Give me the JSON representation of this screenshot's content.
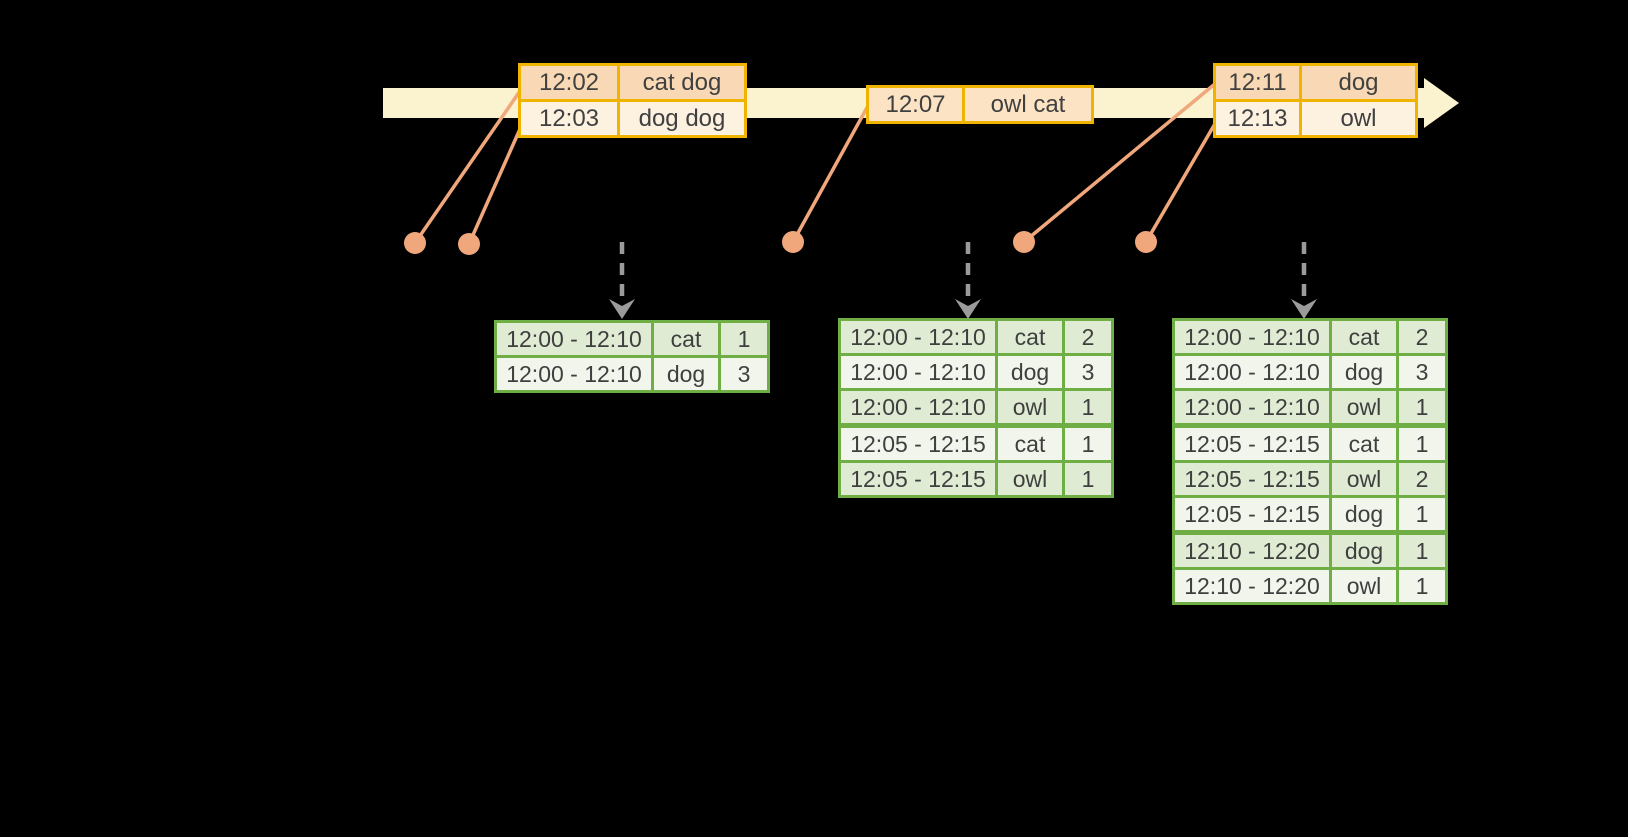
{
  "diagram": {
    "title": "windowed-grouped-aggregation-timeline",
    "event_tables": [
      {
        "rows": [
          {
            "time": "12:02",
            "words": "cat dog"
          },
          {
            "time": "12:03",
            "words": "dog dog"
          }
        ]
      },
      {
        "rows": [
          {
            "time": "12:07",
            "words": "owl cat"
          }
        ]
      },
      {
        "rows": [
          {
            "time": "12:11",
            "words": "dog"
          },
          {
            "time": "12:13",
            "words": "owl"
          }
        ]
      }
    ],
    "result_tables": [
      {
        "rows": [
          {
            "window": "12:00 - 12:10",
            "word": "cat",
            "count": "1"
          },
          {
            "window": "12:00 - 12:10",
            "word": "dog",
            "count": "3"
          }
        ]
      },
      {
        "rows": [
          {
            "window": "12:00 - 12:10",
            "word": "cat",
            "count": "2"
          },
          {
            "window": "12:00 - 12:10",
            "word": "dog",
            "count": "3"
          },
          {
            "window": "12:00 - 12:10",
            "word": "owl",
            "count": "1"
          },
          {
            "window": "12:05 - 12:15",
            "word": "cat",
            "count": "1"
          },
          {
            "window": "12:05 - 12:15",
            "word": "owl",
            "count": "1"
          }
        ]
      },
      {
        "rows": [
          {
            "window": "12:00 - 12:10",
            "word": "cat",
            "count": "2"
          },
          {
            "window": "12:00 - 12:10",
            "word": "dog",
            "count": "3"
          },
          {
            "window": "12:00 - 12:10",
            "word": "owl",
            "count": "1"
          },
          {
            "window": "12:05 - 12:15",
            "word": "cat",
            "count": "1"
          },
          {
            "window": "12:05 - 12:15",
            "word": "owl",
            "count": "2"
          },
          {
            "window": "12:05 - 12:15",
            "word": "dog",
            "count": "1"
          },
          {
            "window": "12:10 - 12:20",
            "word": "dog",
            "count": "1"
          },
          {
            "window": "12:10 - 12:20",
            "word": "owl",
            "count": "1"
          }
        ]
      }
    ],
    "colors": {
      "background": "#000000",
      "timeline_fill": "#FBF2CF",
      "event_table_border": "#F0B400",
      "event_row_dark_fill": "#F9D9B5",
      "event_row_light_fill": "#FDF1E0",
      "event_row_mid_fill": "#FBE3C4",
      "connector": "#F0A77B",
      "trigger_arrow": "#9B9B9B",
      "result_table_border": "#6FAE45",
      "result_row_dark_fill": "#DFEBD3",
      "result_row_light_fill": "#F1F5EC",
      "table_text": "#3F3F3F"
    }
  }
}
